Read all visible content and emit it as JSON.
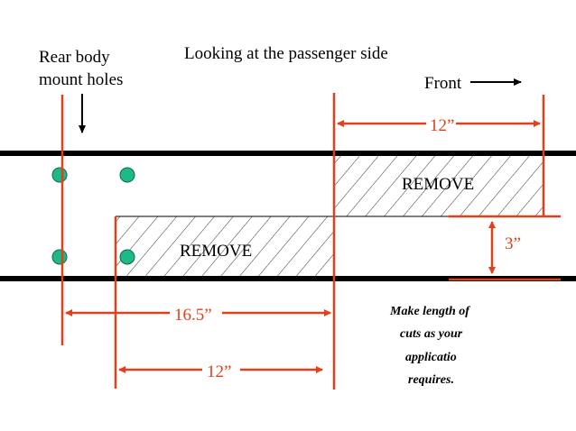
{
  "title": "Looking at the passenger side",
  "rear_label": [
    "Rear body",
    "mount holes"
  ],
  "front_label": "Front",
  "remove_upper": "REMOVE",
  "remove_lower": "REMOVE",
  "dim_top": "12”",
  "dim_165": "16.5”",
  "dim_bottom": "12”",
  "dim_3": "3”",
  "note": [
    "Make length of",
    "cuts as your",
    "applicatio",
    "requires."
  ],
  "colors": {
    "dimension": "#e0401a",
    "hole": "#1fb888",
    "rail": "#000000"
  }
}
